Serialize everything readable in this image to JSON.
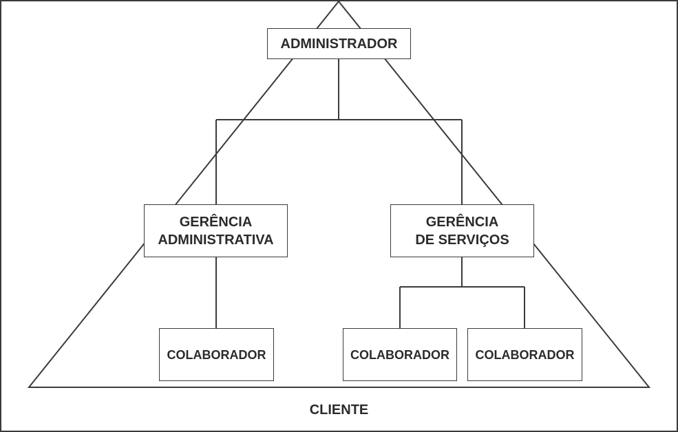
{
  "diagram": {
    "root": {
      "label": "ADMINISTRADOR"
    },
    "managers": [
      {
        "lines": [
          "GERÊNCIA",
          "ADMINISTRATIVA"
        ]
      },
      {
        "lines": [
          "GERÊNCIA",
          "DE SERVIÇOS"
        ]
      }
    ],
    "collaborators": [
      {
        "label": "COLABORADOR",
        "reports_to": "GERÊNCIA ADMINISTRATIVA"
      },
      {
        "label": "COLABORADOR",
        "reports_to": "GERÊNCIA DE SERVIÇOS"
      },
      {
        "label": "COLABORADOR",
        "reports_to": "GERÊNCIA DE SERVIÇOS"
      }
    ],
    "base_label": "CLIENTE",
    "colors": {
      "line": "#3a3a3a",
      "text": "#2b2b2b",
      "background": "#ffffff"
    }
  }
}
